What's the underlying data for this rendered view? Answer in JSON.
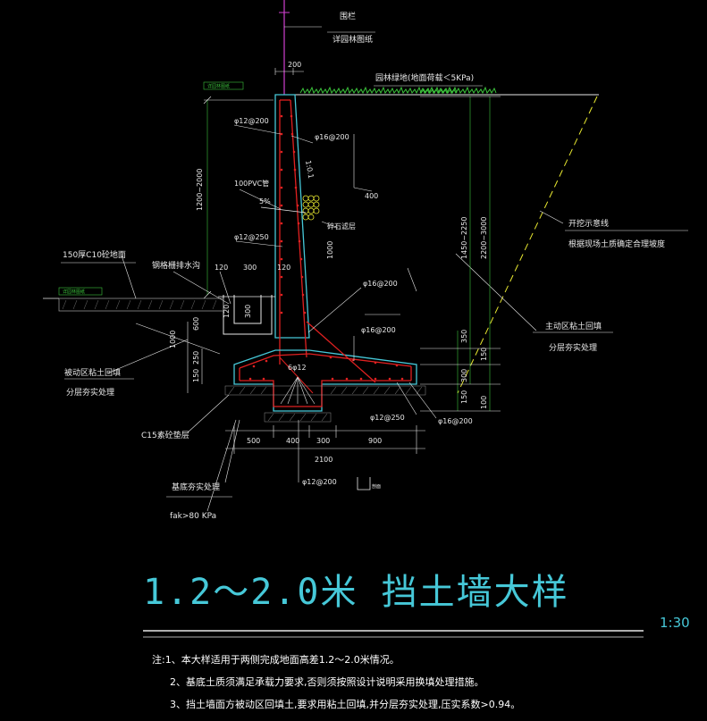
{
  "labels": {
    "fence": "围栏",
    "fence_ref": "详园林图纸",
    "dim_top_200": "200",
    "ground_top": "园林绿地(地面荷载＜5KPa)",
    "see_landscape_left": "详园林图纸",
    "see_landscape_right": "详园林图纸",
    "rebar_12_200_top": "φ12@200",
    "rebar_16_200_top": "φ16@200",
    "dim_1200_2000": "1200~2000",
    "slope_label": "1:0.1",
    "pvc": "100PVC管",
    "slope_5": "5%",
    "gravel": "碎石滤层",
    "dim_400": "400",
    "rebar_12_250": "φ12@250",
    "dim_1450_2250": "1450~2250",
    "dim_2200_3000": "2200~3000",
    "excavation_line": "开挖示意线",
    "excavation_note": "根据现场土质确定合理坡度",
    "slab_label": "150厚C10砼地面",
    "drain_ditch": "钢格栅排水沟",
    "dim_120a": "120",
    "dim_300a": "300",
    "dim_120b": "120",
    "dim_1000": "1000",
    "rebar_16_200_mid": "φ16@200",
    "active_zone": "主动区粘土回填",
    "active_zone_2": "分层夯实处理",
    "dim_120c": "120",
    "dim_300b": "300",
    "dim_1000b": "1000",
    "dim_600": "600",
    "rebar_16_200_b": "φ16@200",
    "dim_350": "350",
    "dim_150r": "150",
    "dim_250": "250",
    "dim_150": "150",
    "passive_zone": "被动区粘土回填",
    "passive_zone_2": "分层夯实处理",
    "rebar_6_12": "6φ12",
    "dim_300c": "300",
    "dim_150b": "150",
    "dim_100": "100",
    "rebar_12_250_b": "φ12@250",
    "rebar_16_200_c": "φ16@200",
    "c15": "C15素砼垫层",
    "dim_500": "500",
    "dim_400b": "400",
    "dim_300d": "300",
    "dim_900": "900",
    "dim_2100": "2100",
    "rebar_12_200_bot": "φ12@200",
    "section_mark": "剖面",
    "base_treat": "基底夯实处理",
    "fak": "fak>80 KPa"
  },
  "title": {
    "main": "1.2～2.0米  挡土墙大样",
    "scale": "1:30"
  },
  "notes": [
    "注:1、本大样适用于两侧完成地面高差1.2～2.0米情况。",
    "2、基底土质须满足承载力要求,否则须按照设计说明采用换填处理措施。",
    "3、挡土墙面方被动区回填土,要求用粘土回填,并分层夯实处理,压实系数>0.94。"
  ],
  "colors": {
    "background": "#000000",
    "title": "#46c8d8",
    "wall_outline": "#46c8d8",
    "rebar": "#e02020",
    "leader": "#e8e8e8",
    "fence": "#d040d0",
    "grass": "#3cc43c",
    "hatch": "#909090",
    "gravel": "#e8e830"
  }
}
